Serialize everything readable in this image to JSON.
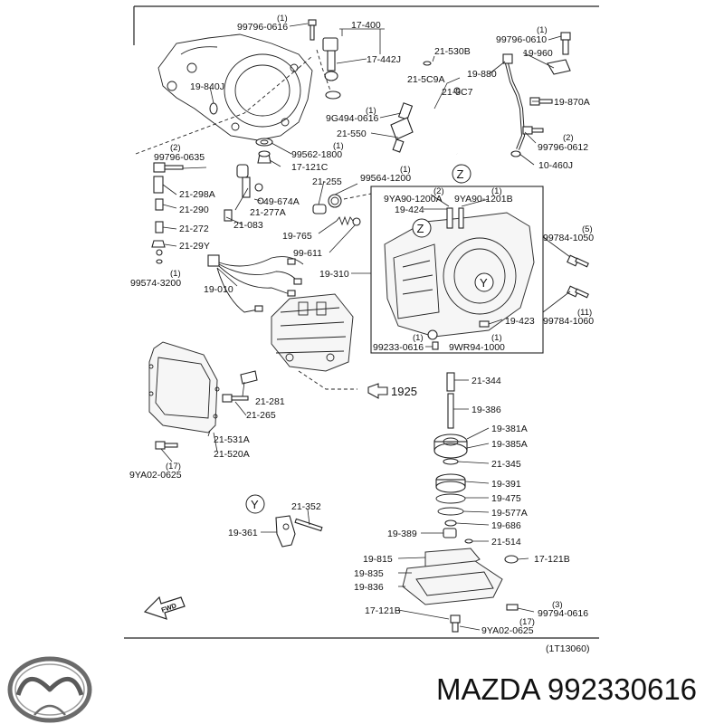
{
  "parts": [
    {
      "id": "p1",
      "label": "99796-0616",
      "qty": "(1)"
    },
    {
      "id": "p2",
      "label": "17-400"
    },
    {
      "id": "p3",
      "label": "17-442J"
    },
    {
      "id": "p4",
      "label": "19-840J"
    },
    {
      "id": "p5",
      "label": "9G494-0616",
      "qty": "(1)"
    },
    {
      "id": "p6",
      "label": "21-550"
    },
    {
      "id": "p7",
      "label": "99562-1800",
      "qty": "(1)"
    },
    {
      "id": "p8",
      "label": "17-121C"
    },
    {
      "id": "p9",
      "label": "21-530B"
    },
    {
      "id": "p10",
      "label": "21-5C9A"
    },
    {
      "id": "p11",
      "label": "21-5C7"
    },
    {
      "id": "p12",
      "label": "99796-0610",
      "qty": "(1)"
    },
    {
      "id": "p13",
      "label": "19-960"
    },
    {
      "id": "p14",
      "label": "19-880"
    },
    {
      "id": "p15",
      "label": "19-870A"
    },
    {
      "id": "p16",
      "label": "99796-0612",
      "qty": "(2)"
    },
    {
      "id": "p17",
      "label": "10-460J"
    },
    {
      "id": "p18",
      "label": "99796-0635",
      "qty": "(2)"
    },
    {
      "id": "p19",
      "label": "21-298A"
    },
    {
      "id": "p20",
      "label": "21-290"
    },
    {
      "id": "p21",
      "label": "21-272"
    },
    {
      "id": "p22",
      "label": "21-29Y"
    },
    {
      "id": "p23",
      "label": "99574-3200",
      "qty": "(1)"
    },
    {
      "id": "p24",
      "label": "49-674A"
    },
    {
      "id": "p25",
      "label": "21-277A"
    },
    {
      "id": "p26",
      "label": "21-083"
    },
    {
      "id": "p27",
      "label": "21-255"
    },
    {
      "id": "p28",
      "label": "99564-1200",
      "qty": "(1)"
    },
    {
      "id": "p29",
      "label": "19-765"
    },
    {
      "id": "p30",
      "label": "99-611"
    },
    {
      "id": "p31",
      "label": "19-310"
    },
    {
      "id": "p32",
      "label": "19-010"
    },
    {
      "id": "p33",
      "label": "9YA90-1200A",
      "qty": "(2)"
    },
    {
      "id": "p34",
      "label": "9YA90-1201B",
      "qty": "(1)"
    },
    {
      "id": "p35",
      "label": "19-424"
    },
    {
      "id": "p36",
      "label": "99784-1050",
      "qty": "(5)"
    },
    {
      "id": "p37",
      "label": "99784-1060",
      "qty": "(11)"
    },
    {
      "id": "p38",
      "label": "19-423"
    },
    {
      "id": "p39",
      "label": "99233-0616",
      "qty": "(1)"
    },
    {
      "id": "p40",
      "label": "9WR94-1000",
      "qty": "(1)"
    },
    {
      "id": "p41",
      "label": "21-281"
    },
    {
      "id": "p42",
      "label": "21-265"
    },
    {
      "id": "p43",
      "label": "21-344"
    },
    {
      "id": "p44",
      "label": "19-386"
    },
    {
      "id": "p45",
      "label": "19-381A"
    },
    {
      "id": "p46",
      "label": "19-385A"
    },
    {
      "id": "p47",
      "label": "21-345"
    },
    {
      "id": "p48",
      "label": "21-531A"
    },
    {
      "id": "p49",
      "label": "21-520A"
    },
    {
      "id": "p50",
      "label": "9YA02-0625",
      "qty": "(17)"
    },
    {
      "id": "p51",
      "label": "19-391"
    },
    {
      "id": "p52",
      "label": "19-475"
    },
    {
      "id": "p53",
      "label": "19-577A"
    },
    {
      "id": "p54",
      "label": "19-686"
    },
    {
      "id": "p55",
      "label": "21-352"
    },
    {
      "id": "p56",
      "label": "19-361"
    },
    {
      "id": "p57",
      "label": "19-389"
    },
    {
      "id": "p58",
      "label": "21-514"
    },
    {
      "id": "p59",
      "label": "19-815"
    },
    {
      "id": "p60",
      "label": "17-121B"
    },
    {
      "id": "p61",
      "label": "19-835"
    },
    {
      "id": "p62",
      "label": "19-836"
    },
    {
      "id": "p63",
      "label": "17-121B"
    },
    {
      "id": "p64",
      "label": "99794-0616",
      "qty": "(3)"
    },
    {
      "id": "p65",
      "label": "9YA02-0625",
      "qty": "(17)"
    }
  ],
  "callouts": {
    "z": "Z",
    "y": "Y",
    "ref_1925": "1925"
  },
  "fwd_arrow": "FWD",
  "figure_code": "(1T13060)",
  "brand": {
    "name": "MAZDA",
    "part_number": "992330616",
    "logo_icon": "mazda-logo-icon"
  }
}
